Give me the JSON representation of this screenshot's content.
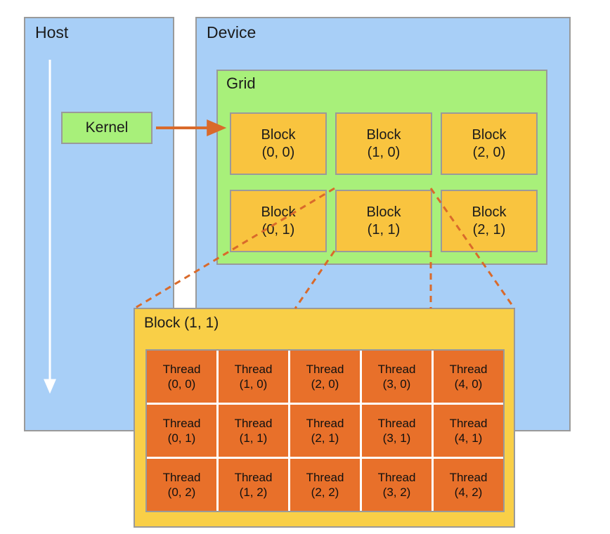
{
  "diagram": {
    "title": "CUDA execution model",
    "colors": {
      "panel_blue": "#A8CFF7",
      "grid_green": "#A8F07A",
      "block_yellow": "#F9C43F",
      "block_panel_yellow": "#F9CF47",
      "thread_orange": "#E8702A",
      "arrow_orange": "#D96A2B",
      "border_gray": "#9A9A9A",
      "host_arrow_white": "#FFFFFF"
    }
  },
  "host": {
    "title": "Host",
    "kernel_label": "Kernel",
    "timeline_arrow": "downward-white-arrow"
  },
  "device": {
    "title": "Device",
    "grid": {
      "title": "Grid",
      "blocks": [
        {
          "name": "Block",
          "coord": "(0, 0)"
        },
        {
          "name": "Block",
          "coord": "(1, 0)"
        },
        {
          "name": "Block",
          "coord": "(2, 0)"
        },
        {
          "name": "Block",
          "coord": "(0, 1)"
        },
        {
          "name": "Block",
          "coord": "(1, 1)"
        },
        {
          "name": "Block",
          "coord": "(2, 1)"
        }
      ]
    }
  },
  "block_detail": {
    "title": "Block (1, 1)",
    "threads": [
      {
        "name": "Thread",
        "coord": "(0, 0)"
      },
      {
        "name": "Thread",
        "coord": "(1, 0)"
      },
      {
        "name": "Thread",
        "coord": "(2, 0)"
      },
      {
        "name": "Thread",
        "coord": "(3, 0)"
      },
      {
        "name": "Thread",
        "coord": "(4, 0)"
      },
      {
        "name": "Thread",
        "coord": "(0, 1)"
      },
      {
        "name": "Thread",
        "coord": "(1, 1)"
      },
      {
        "name": "Thread",
        "coord": "(2, 1)"
      },
      {
        "name": "Thread",
        "coord": "(3, 1)"
      },
      {
        "name": "Thread",
        "coord": "(4, 1)"
      },
      {
        "name": "Thread",
        "coord": "(0, 2)"
      },
      {
        "name": "Thread",
        "coord": "(1, 2)"
      },
      {
        "name": "Thread",
        "coord": "(2, 2)"
      },
      {
        "name": "Thread",
        "coord": "(3, 2)"
      },
      {
        "name": "Thread",
        "coord": "(4, 2)"
      }
    ]
  },
  "connectors": {
    "kernel_launch_arrow": "kernel-to-grid-arrow",
    "zoom_lines": "block-1-1-expansion-dashed-lines"
  }
}
